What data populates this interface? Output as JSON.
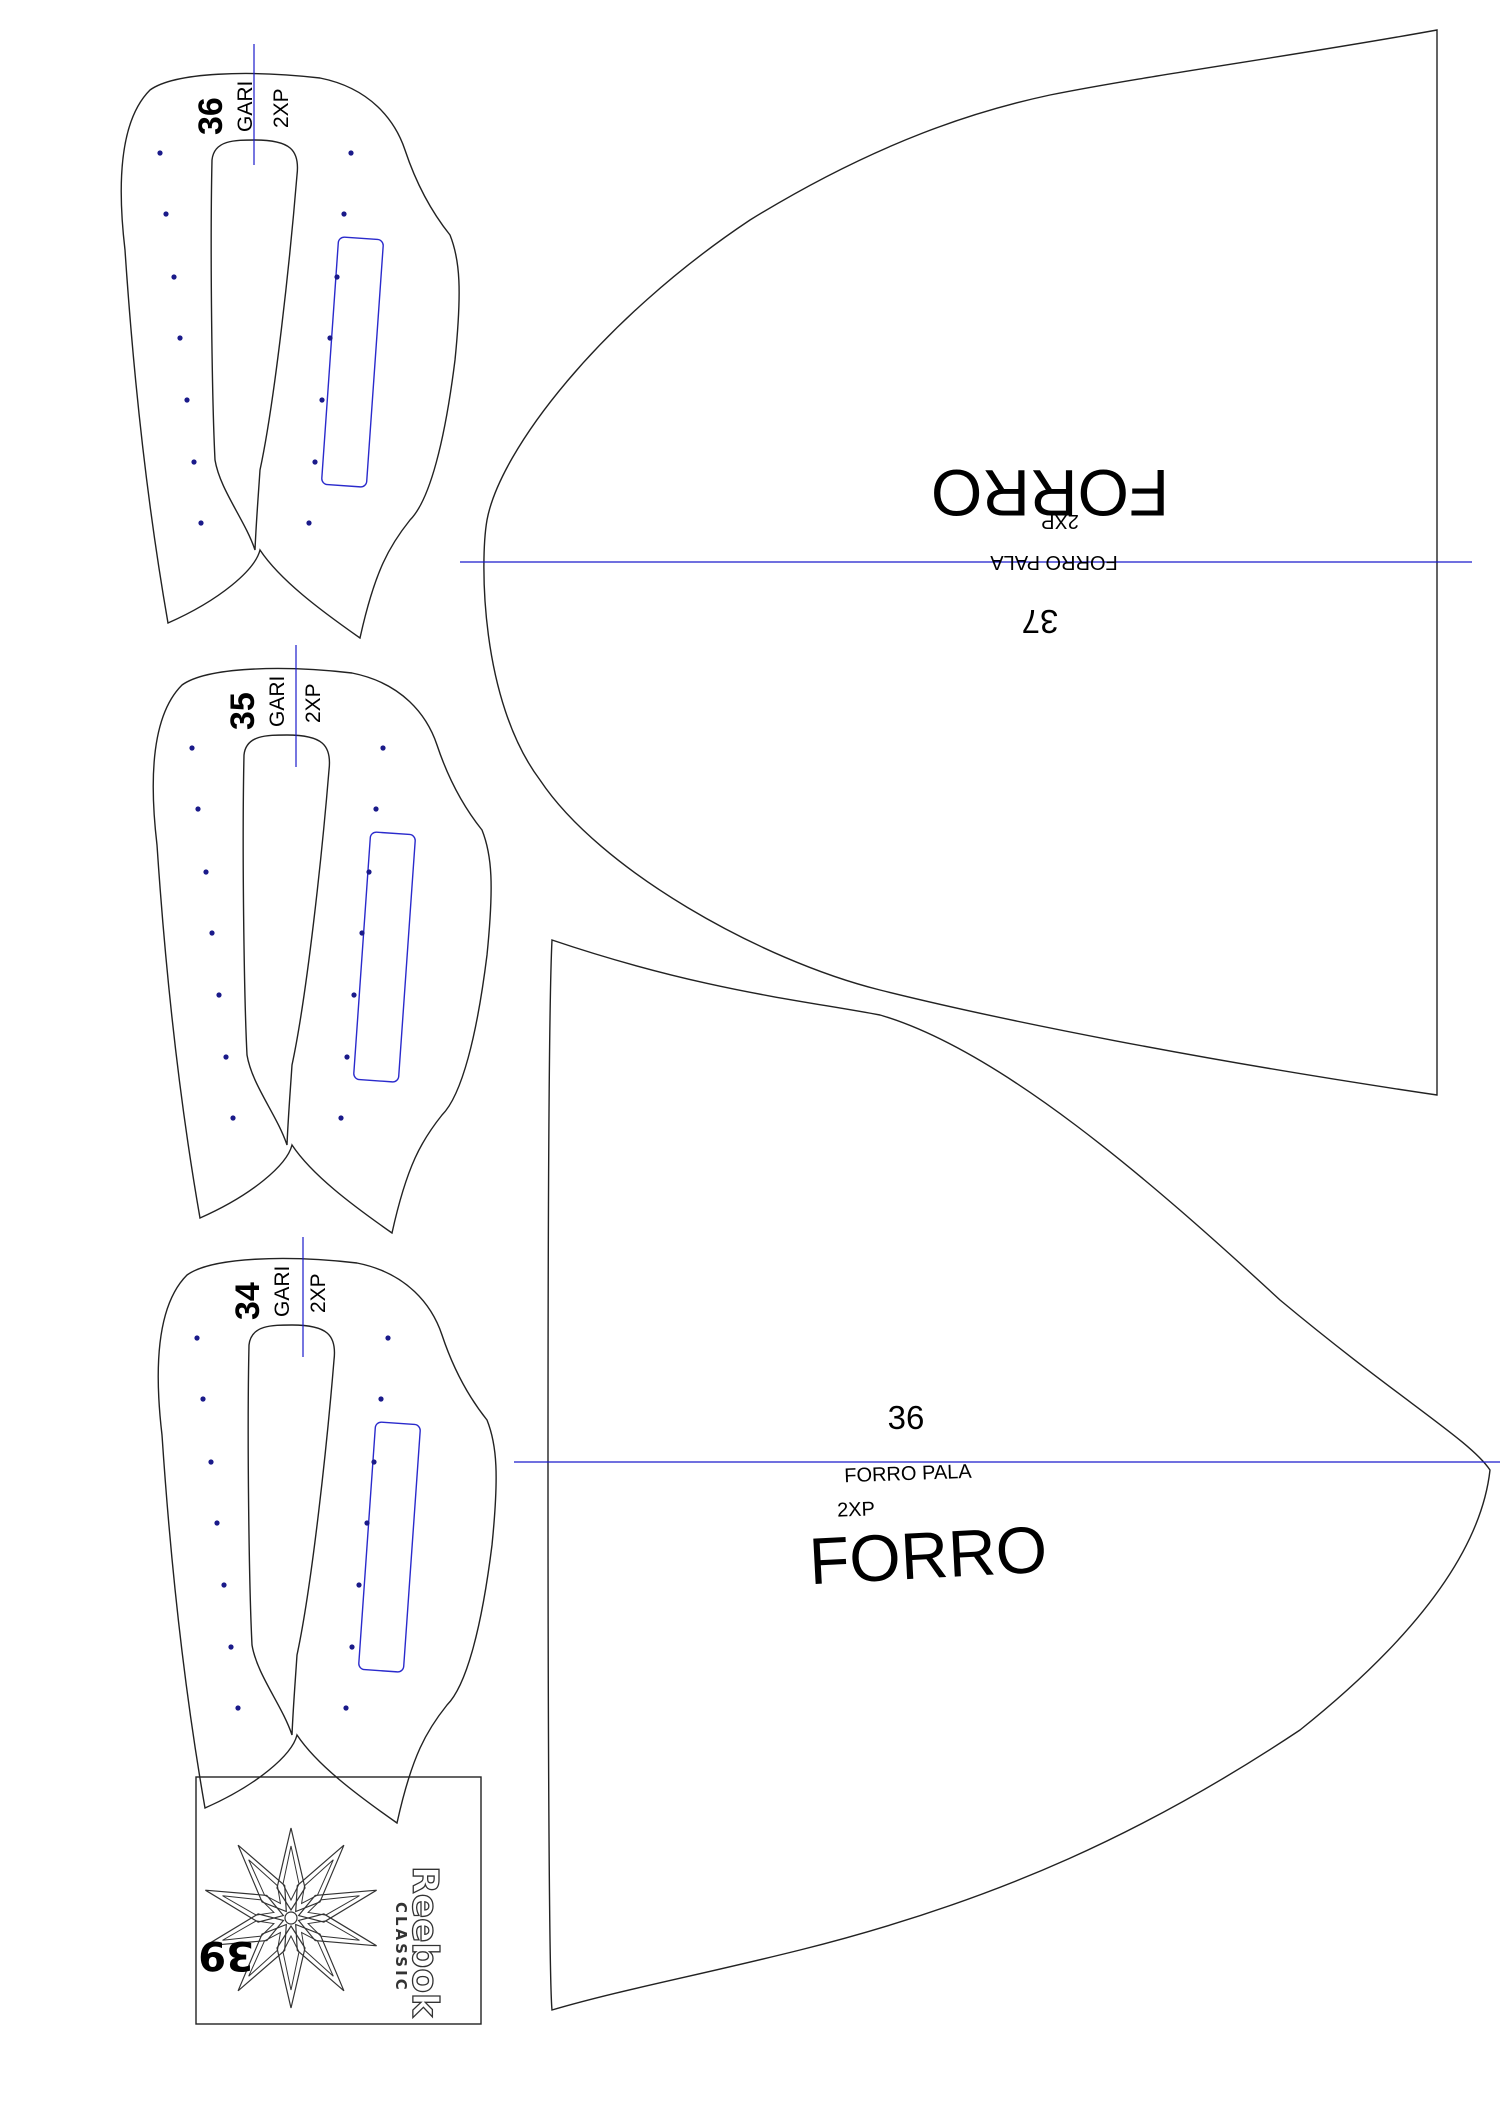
{
  "tongue_pieces": [
    {
      "size": "36",
      "part": "GARI",
      "qty": "2XP"
    },
    {
      "size": "35",
      "part": "GARI",
      "qty": "2XP"
    },
    {
      "size": "34",
      "part": "GARI",
      "qty": "2XP"
    }
  ],
  "lining_pieces": [
    {
      "size": "37",
      "part": "FORRO PALA",
      "qty": "2XP",
      "name": "FORRO",
      "orientation": "rotated 180°"
    },
    {
      "size": "36",
      "part": "FORRO PALA",
      "qty": "2XP",
      "name": "FORRO",
      "orientation": "upright"
    }
  ],
  "label_piece": {
    "brand": "Reebok",
    "line": "CLASSIC",
    "size": "39",
    "logo": "starcrest-icon"
  },
  "colors": {
    "outline": "#222222",
    "guide_line": "#1a1acc",
    "perforation": "#1a1a8a",
    "background": "#ffffff"
  }
}
